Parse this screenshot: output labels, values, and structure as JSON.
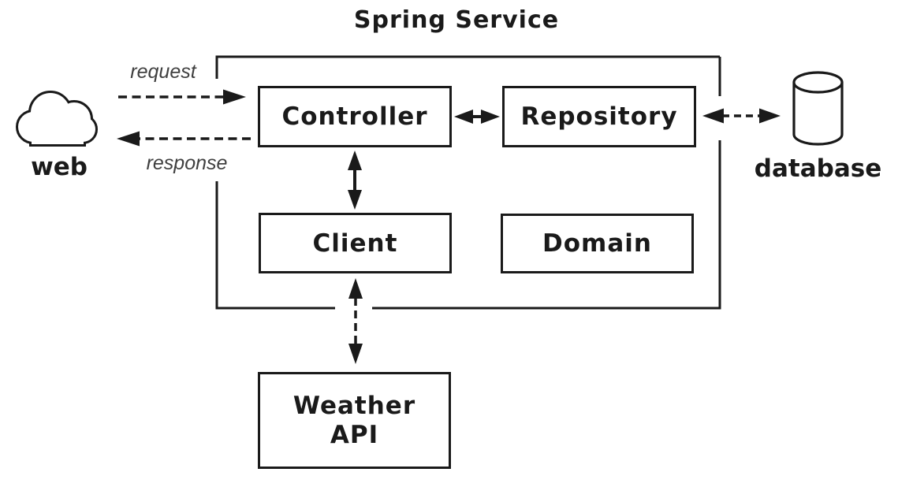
{
  "diagram": {
    "type": "architecture-diagram",
    "title": "Spring Service",
    "colors": {
      "line": "#1a1a1a",
      "background": "#ffffff",
      "edge_label": "#3f3f3f"
    },
    "nodes": {
      "controller": {
        "label": "Controller"
      },
      "repository": {
        "label": "Repository"
      },
      "client": {
        "label": "Client"
      },
      "domain": {
        "label": "Domain"
      },
      "weather_api": {
        "label_line1": "Weather",
        "label_line2": "API"
      }
    },
    "externals": {
      "web": {
        "label": "web",
        "icon": "cloud-icon"
      },
      "database": {
        "label": "database",
        "icon": "database-cylinder-icon"
      }
    },
    "edges": [
      {
        "id": "request",
        "label": "request",
        "from": "web",
        "to": "controller",
        "style": "dashed",
        "direction": "one-way"
      },
      {
        "id": "response",
        "label": "response",
        "from": "controller",
        "to": "web",
        "style": "dashed",
        "direction": "one-way"
      },
      {
        "id": "controller-repository",
        "label": "",
        "from": "controller",
        "to": "repository",
        "style": "solid",
        "direction": "two-way"
      },
      {
        "id": "controller-client",
        "label": "",
        "from": "controller",
        "to": "client",
        "style": "solid",
        "direction": "two-way"
      },
      {
        "id": "client-weather-api",
        "label": "",
        "from": "client",
        "to": "weather_api",
        "style": "dashed",
        "direction": "two-way"
      },
      {
        "id": "repository-database",
        "label": "",
        "from": "repository",
        "to": "database",
        "style": "dashed",
        "direction": "two-way"
      }
    ]
  }
}
